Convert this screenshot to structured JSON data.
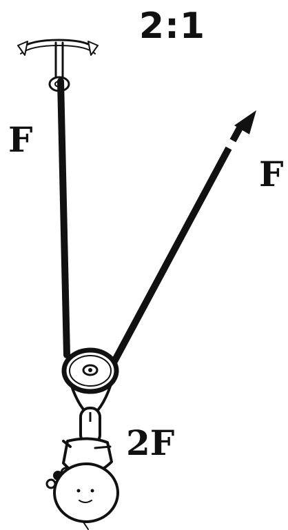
{
  "title": "2:1",
  "labels": {
    "anchor_force": "F",
    "pull_force": "F",
    "load_force": "2F"
  },
  "icons": [
    "anchor-icon",
    "pulley-icon",
    "arrow-icon",
    "hook-icon",
    "person-icon"
  ],
  "colors": {
    "ink": "#111111",
    "background": "#ffffff"
  }
}
